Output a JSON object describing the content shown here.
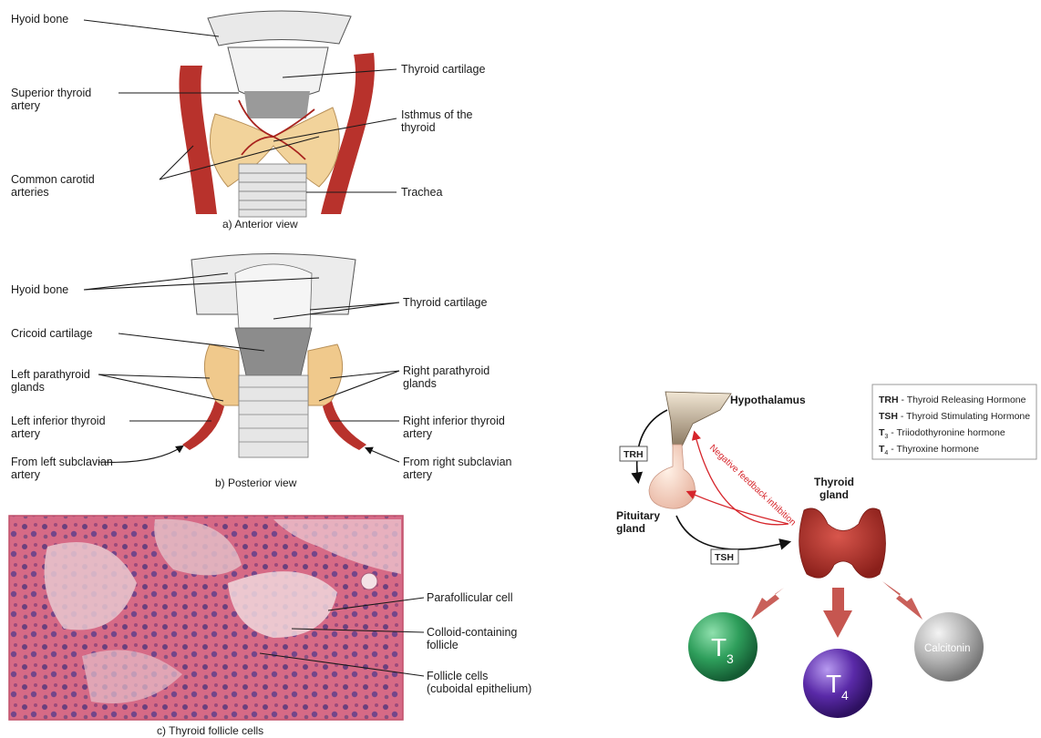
{
  "panel_a": {
    "caption": "a) Anterior view",
    "labels": {
      "hyoid_bone": "Hyoid bone",
      "superior_thyroid_artery": [
        "Superior thyroid",
        "artery"
      ],
      "common_carotid": [
        "Common carotid",
        "arteries"
      ],
      "thyroid_cartilage": "Thyroid cartilage",
      "isthmus": [
        "Isthmus of the",
        "thyroid"
      ],
      "trachea": "Trachea"
    }
  },
  "panel_b": {
    "caption": "b) Posterior view",
    "labels": {
      "hyoid_bone": "Hyoid bone",
      "cricoid_cartilage": "Cricoid cartilage",
      "left_parathyroid": [
        "Left parathyroid",
        "glands"
      ],
      "left_inferior_thyroid": [
        "Left inferior thyroid",
        "artery"
      ],
      "from_left_subclavian": [
        "From left subclavian",
        "artery"
      ],
      "thyroid_cartilage": "Thyroid cartilage",
      "right_parathyroid": [
        "Right parathyroid",
        "glands"
      ],
      "right_inferior_thyroid": [
        "Right inferior thyroid",
        "artery"
      ],
      "from_right_subclavian": [
        "From right subclavian",
        "artery"
      ]
    }
  },
  "panel_c": {
    "caption": "c) Thyroid follicle cells",
    "labels": {
      "parafollicular": "Parafollicular cell",
      "colloid": [
        "Colloid-containing",
        "follicle"
      ],
      "follicle_cells": [
        "Follicle cells",
        "(cuboidal epithelium)"
      ]
    }
  },
  "axis_diagram": {
    "hypothalamus": "Hypothalamus",
    "pituitary": [
      "Pituitary",
      "gland"
    ],
    "thyroid": [
      "Thyroid",
      "gland"
    ],
    "trh_box": "TRH",
    "tsh_box": "TSH",
    "feedback": "Negative feedback inhibition",
    "legend": [
      {
        "abbr": "TRH",
        "text": " - Thyroid Releasing Hormone"
      },
      {
        "abbr": "TSH",
        "text": " - Thyroid Stimulating Hormone"
      },
      {
        "abbr": "T",
        "sub": "3",
        "text": " - Triiodothyronine hormone"
      },
      {
        "abbr": "T",
        "sub": "4",
        "text": " - Thyroxine hormone"
      }
    ],
    "spheres": {
      "t3": {
        "main": "T",
        "sub": "3",
        "color": "#2e9e5b"
      },
      "t4": {
        "main": "T",
        "sub": "4",
        "color": "#5a2aa8"
      },
      "calcitonin": {
        "main": "Calcitonin",
        "color": "#b5b5b5"
      }
    },
    "colors": {
      "feedback": "#d6252b",
      "arrow": "#c0443d",
      "thyroid": "#b5332c"
    }
  }
}
